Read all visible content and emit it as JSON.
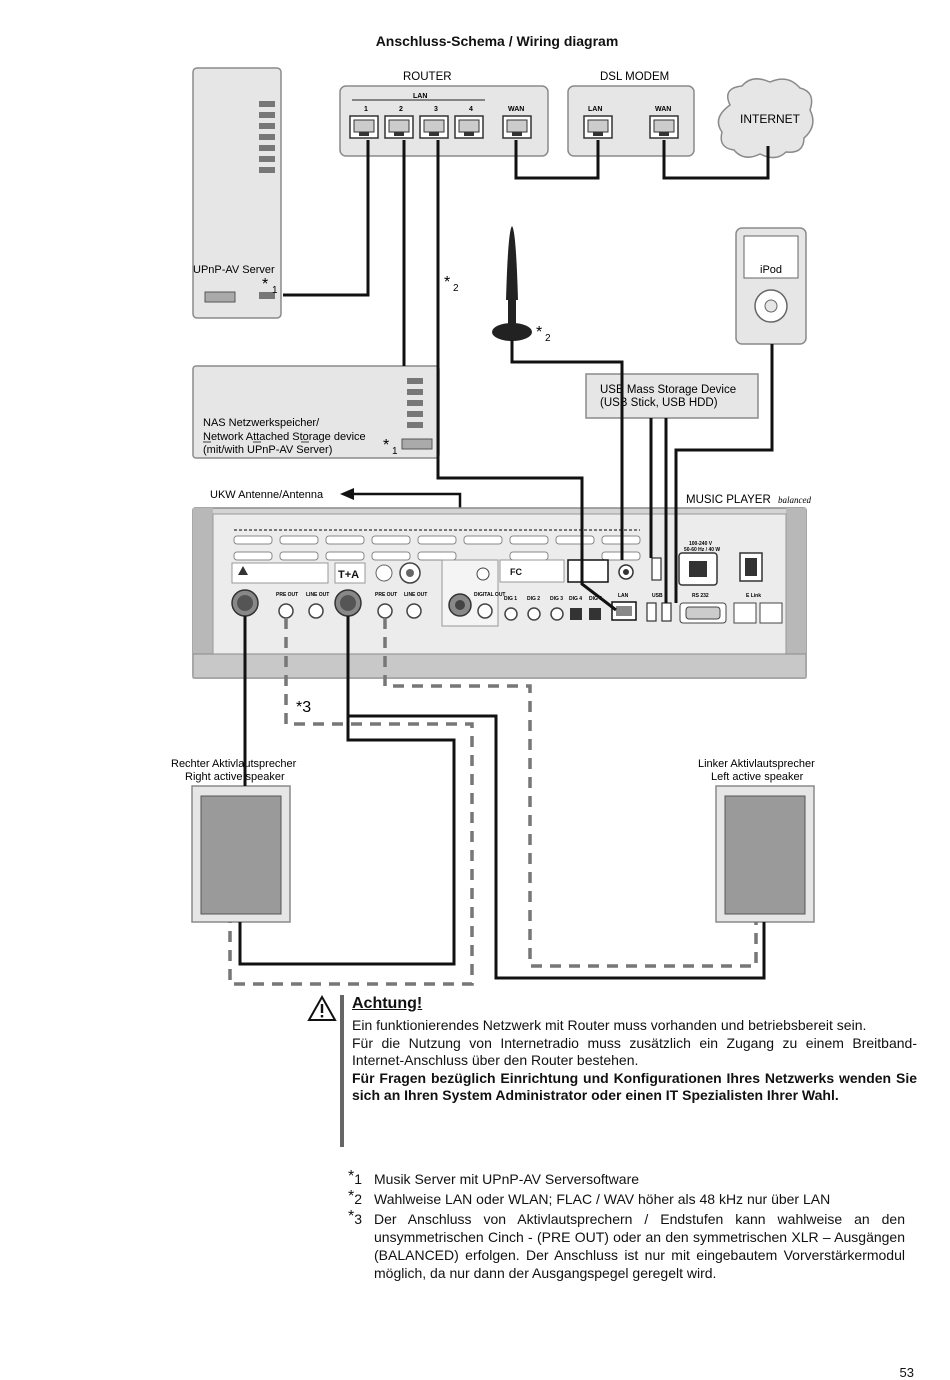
{
  "title": "Anschluss-Schema / Wiring diagram",
  "devices": {
    "router": "ROUTER",
    "lan": "LAN",
    "ports": [
      "1",
      "2",
      "3",
      "4"
    ],
    "wan": "WAN",
    "dsl_modem": "DSL MODEM",
    "dsl_lan": "LAN",
    "dsl_wan": "WAN",
    "internet": "INTERNET",
    "upnp_server": "UPnP-AV Server",
    "ipod": "iPod",
    "usb_line1": "USB Mass Storage Device",
    "usb_line2": "(USB Stick, USB HDD)",
    "nas_line1": "NAS Netzwerkspeicher/",
    "nas_line2": "Network Attached Storage device",
    "nas_line3": "(mit/with UPnP-AV Server)",
    "ukw": "UKW Antenne/Antenna",
    "music_player": "MUSIC PLAYER",
    "music_player_sub": "balanced",
    "right_speaker_de": "Rechter Aktivlautsprecher",
    "right_speaker_en": "Right active speaker",
    "left_speaker_de": "Linker Aktivlautsprecher",
    "left_speaker_en": "Left active speaker",
    "panel_labels": {
      "pre_out": "PRE OUT",
      "line_out": "LINE OUT",
      "digital_out": "DIGITAL OUT",
      "dig1": "DIG 1",
      "dig2": "DIG 2",
      "dig3": "DIG 3",
      "dig4": "DIG 4",
      "dig5": "DIG 5",
      "lan": "LAN",
      "usb": "USB",
      "rs232": "RS 232",
      "elink": "E Link",
      "power": "100-240 V",
      "power2": "50-60 Hz / 40 W"
    }
  },
  "markers": {
    "m1": "*",
    "m1_sub": "1",
    "m2": "*",
    "m2_sub": "2",
    "m3": "*3"
  },
  "warning": {
    "title": "Achtung!",
    "p1": "Ein funktionierendes Netzwerk mit Router muss vorhanden und betriebsbereit sein.",
    "p2": "Für die Nutzung von Internetradio muss zusätzlich ein Zugang zu einem Breitband-Internet-Anschluss über den Router bestehen.",
    "p3": "Für Fragen bezüglich Einrichtung und Konfigurationen Ihres Netzwerks wenden Sie sich an Ihren System Administrator oder einen IT Spezialisten Ihrer Wahl."
  },
  "notes": [
    {
      "mark": "*",
      "num": "1",
      "text": "Musik Server mit UPnP-AV Serversoftware"
    },
    {
      "mark": "*",
      "num": "2",
      "text": "Wahlweise LAN oder WLAN; FLAC / WAV höher als 48 kHz nur über LAN"
    },
    {
      "mark": "*",
      "num": "3",
      "text": "Der Anschluss von Aktivlautsprechern / Endstufen kann wahlweise an den unsymmetrischen Cinch - (PRE OUT) oder an den symmetrischen XLR – Ausgängen (BALANCED) erfolgen. Der Anschluss ist nur mit eingebautem Vorverstärkermodul möglich, da nur dann der Ausgangspegel geregelt wird."
    }
  ],
  "page_number": "53",
  "colors": {
    "device_fill": "#e6e6e6",
    "device_stroke": "#8a8a8a",
    "cable": "#111111",
    "dashed_cable": "#777777",
    "panel": "#cfcfcf"
  }
}
